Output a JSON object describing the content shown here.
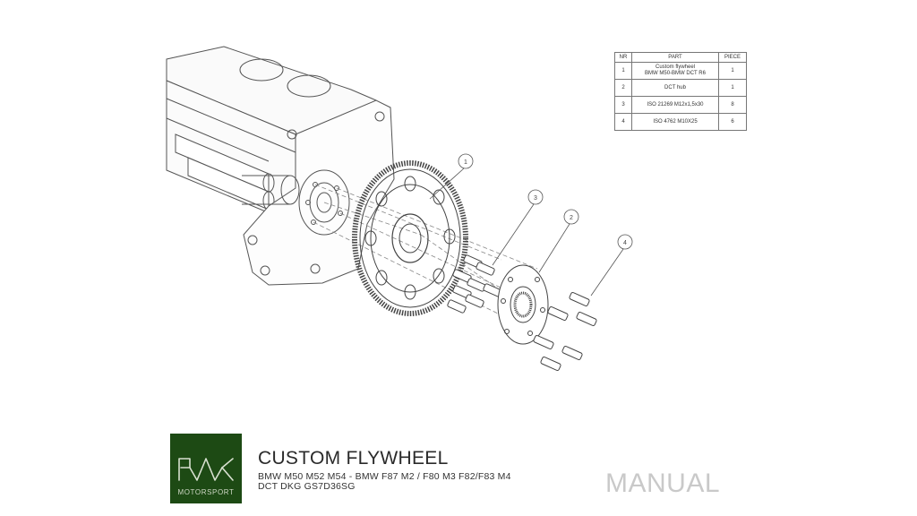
{
  "parts_table": {
    "headers": {
      "nr": "NR",
      "part": "PART",
      "piece": "PIECE"
    },
    "rows": [
      {
        "nr": "1",
        "part_line1": "Custom flywheel",
        "part_line2": "BMW M50-BMW DCT R6",
        "piece": "1"
      },
      {
        "nr": "2",
        "part_line1": "DCT hub",
        "part_line2": "",
        "piece": "1"
      },
      {
        "nr": "3",
        "part_line1": "ISO 21269 M12x1,5x30",
        "part_line2": "",
        "piece": "8"
      },
      {
        "nr": "4",
        "part_line1": "ISO 4762 M10X25",
        "part_line2": "",
        "piece": "6"
      }
    ]
  },
  "callouts": [
    "1",
    "2",
    "3",
    "4"
  ],
  "logo": {
    "text": "MOTORSPORT",
    "background": "#1d4a14"
  },
  "footer": {
    "title": "CUSTOM FLYWHEEL",
    "subtitle_line1": "BMW M50 M52 M54 - BMW F87 M2 / F80 M3 F82/F83 M4",
    "subtitle_line2": "DCT DKG GS7D36SG",
    "watermark": "MANUAL"
  }
}
